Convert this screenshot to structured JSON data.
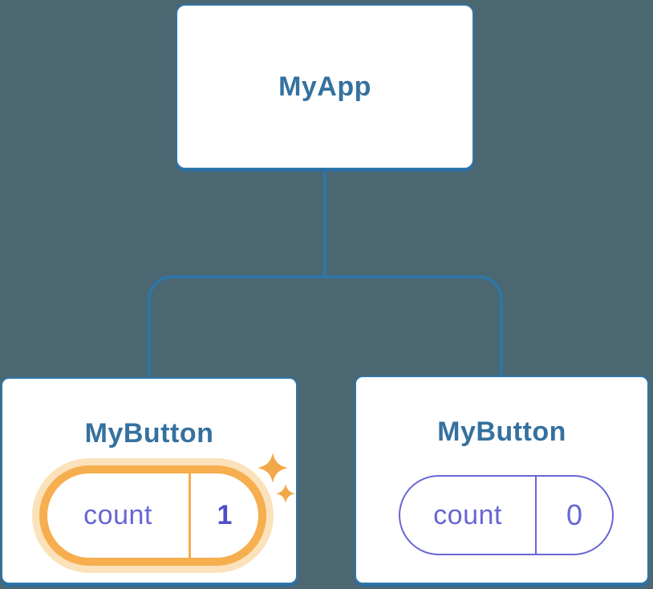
{
  "colors": {
    "background": "#4b6772",
    "edge_blue": "#2f76a8",
    "card_border": "#2f76a8",
    "card_shadow": "#2b6da0",
    "label_blue": "#35719f",
    "state_purple": "#6866d4",
    "state_value_purple": "#4e4ecb",
    "highlight_orange": "#f6ae4e",
    "highlight_glow": "#fbe2bb",
    "sparkle_orange": "#f2a848",
    "card_white": "#ffffff"
  },
  "tree": {
    "root": {
      "label": "MyApp"
    },
    "children": [
      {
        "label": "MyButton",
        "state_name": "count",
        "state_value": "1",
        "highlighted": true
      },
      {
        "label": "MyButton",
        "state_name": "count",
        "state_value": "0",
        "highlighted": false
      }
    ]
  }
}
